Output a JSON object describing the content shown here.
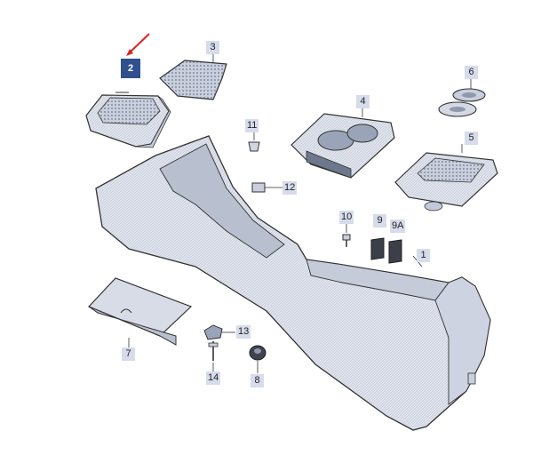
{
  "diagram": {
    "highlight_color": "#2f4f8f",
    "arrow_color": "#e02020",
    "callouts": [
      {
        "key": "c2",
        "label": "2"
      },
      {
        "key": "c3",
        "label": "3"
      },
      {
        "key": "c6",
        "label": "6"
      },
      {
        "key": "c4",
        "label": "4"
      },
      {
        "key": "c11",
        "label": "11"
      },
      {
        "key": "c5",
        "label": "5"
      },
      {
        "key": "c12",
        "label": "12"
      },
      {
        "key": "c10",
        "label": "10"
      },
      {
        "key": "c9",
        "label": "9"
      },
      {
        "key": "c9A",
        "label": "9A"
      },
      {
        "key": "c1",
        "label": "1"
      },
      {
        "key": "c13",
        "label": "13"
      },
      {
        "key": "c7",
        "label": "7"
      },
      {
        "key": "c14",
        "label": "14"
      },
      {
        "key": "c8",
        "label": "8"
      }
    ]
  }
}
